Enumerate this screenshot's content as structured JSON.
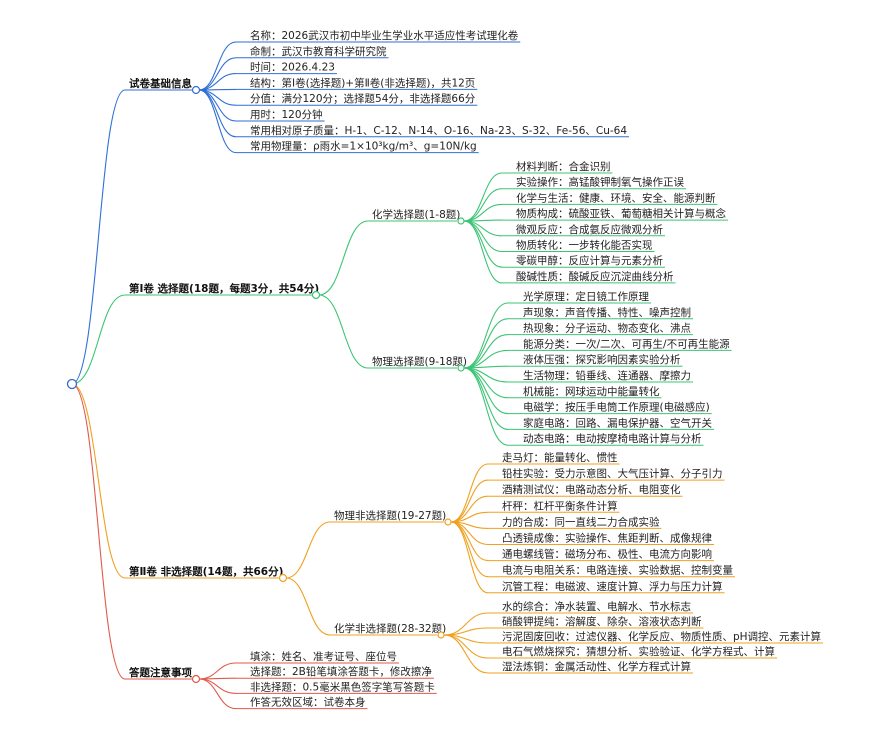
{
  "colors": {
    "blue": "#2f6fd6",
    "green": "#3cc474",
    "orange": "#f0a020",
    "red": "#e05a4a",
    "root_stroke": "#3a6ac8"
  },
  "branches": [
    {
      "label": "试卷基础信息",
      "color": "#2f6fd6",
      "leaves": [
        "名称：2026武汉市初中毕业生学业水平适应性考试理化卷",
        "命制：武汉市教育科学研究院",
        "时间：2026.4.23",
        "结构：第Ⅰ卷(选择题)+第Ⅱ卷(非选择题)，共12页",
        "分值：满分120分；选择题54分，非选择题66分",
        "用时：120分钟",
        "常用相对原子质量：H-1、C-12、N-14、O-16、Na-23、S-32、Fe-56、Cu-64",
        "常用物理量：ρ雨水=1×10³kg/m³、g=10N/kg"
      ]
    },
    {
      "label": "第Ⅰ卷 选择题(18题，每题3分，共54分)",
      "color": "#3cc474",
      "groups": [
        {
          "label": "化学选择题(1-8题)",
          "leaves": [
            "材料判断：合金识别",
            "实验操作：高锰酸钾制氧气操作正误",
            "化学与生活：健康、环境、安全、能源判断",
            "物质构成：硫酸亚铁、葡萄糖相关计算与概念",
            "微观反应：合成氨反应微观分析",
            "物质转化：一步转化能否实现",
            "零碳甲醇：反应计算与元素分析",
            "酸碱性质：酸碱反应沉淀曲线分析"
          ]
        },
        {
          "label": "物理选择题(9-18题)",
          "leaves": [
            "光学原理：定日镜工作原理",
            "声现象：声音传播、特性、噪声控制",
            "热现象：分子运动、物态变化、沸点",
            "能源分类：一次/二次、可再生/不可再生能源",
            "液体压强：探究影响因素实验分析",
            "生活物理：铅垂线、连通器、摩擦力",
            "机械能：网球运动中能量转化",
            "电磁学：按压手电筒工作原理(电磁感应)",
            "家庭电路：回路、漏电保护器、空气开关",
            "动态电路：电动按摩椅电路计算与分析"
          ]
        }
      ]
    },
    {
      "label": "第Ⅱ卷 非选择题(14题，共66分)",
      "color": "#f0a020",
      "groups": [
        {
          "label": "物理非选择题(19-27题)",
          "leaves": [
            "走马灯：能量转化、惯性",
            "铅柱实验：受力示意图、大气压计算、分子引力",
            "酒精测试仪：电路动态分析、电阻变化",
            "杆秤：杠杆平衡条件计算",
            "力的合成：同一直线二力合成实验",
            "凸透镜成像：实验操作、焦距判断、成像规律",
            "通电螺线管：磁场分布、极性、电流方向影响",
            "电流与电阻关系：电路连接、实验数据、控制变量",
            "沉管工程：电磁波、速度计算、浮力与压力计算"
          ]
        },
        {
          "label": "化学非选择题(28-32题)",
          "leaves": [
            "水的综合：净水装置、电解水、节水标志",
            "硝酸钾提纯：溶解度、除杂、溶液状态判断",
            "污泥固废回收：过滤仪器、化学反应、物质性质、pH调控、元素计算",
            "电石气燃烧探究：猜想分析、实验验证、化学方程式、计算",
            "湿法炼铜：金属活动性、化学方程式计算"
          ]
        }
      ]
    },
    {
      "label": "答题注意事项",
      "color": "#e05a4a",
      "leaves": [
        "填涂：姓名、准考证号、座位号",
        "选择题：2B铅笔填涂答题卡，修改擦净",
        "非选择题：0.5毫米黑色签字笔写答题卡",
        "作答无效区域：试卷本身"
      ]
    }
  ]
}
